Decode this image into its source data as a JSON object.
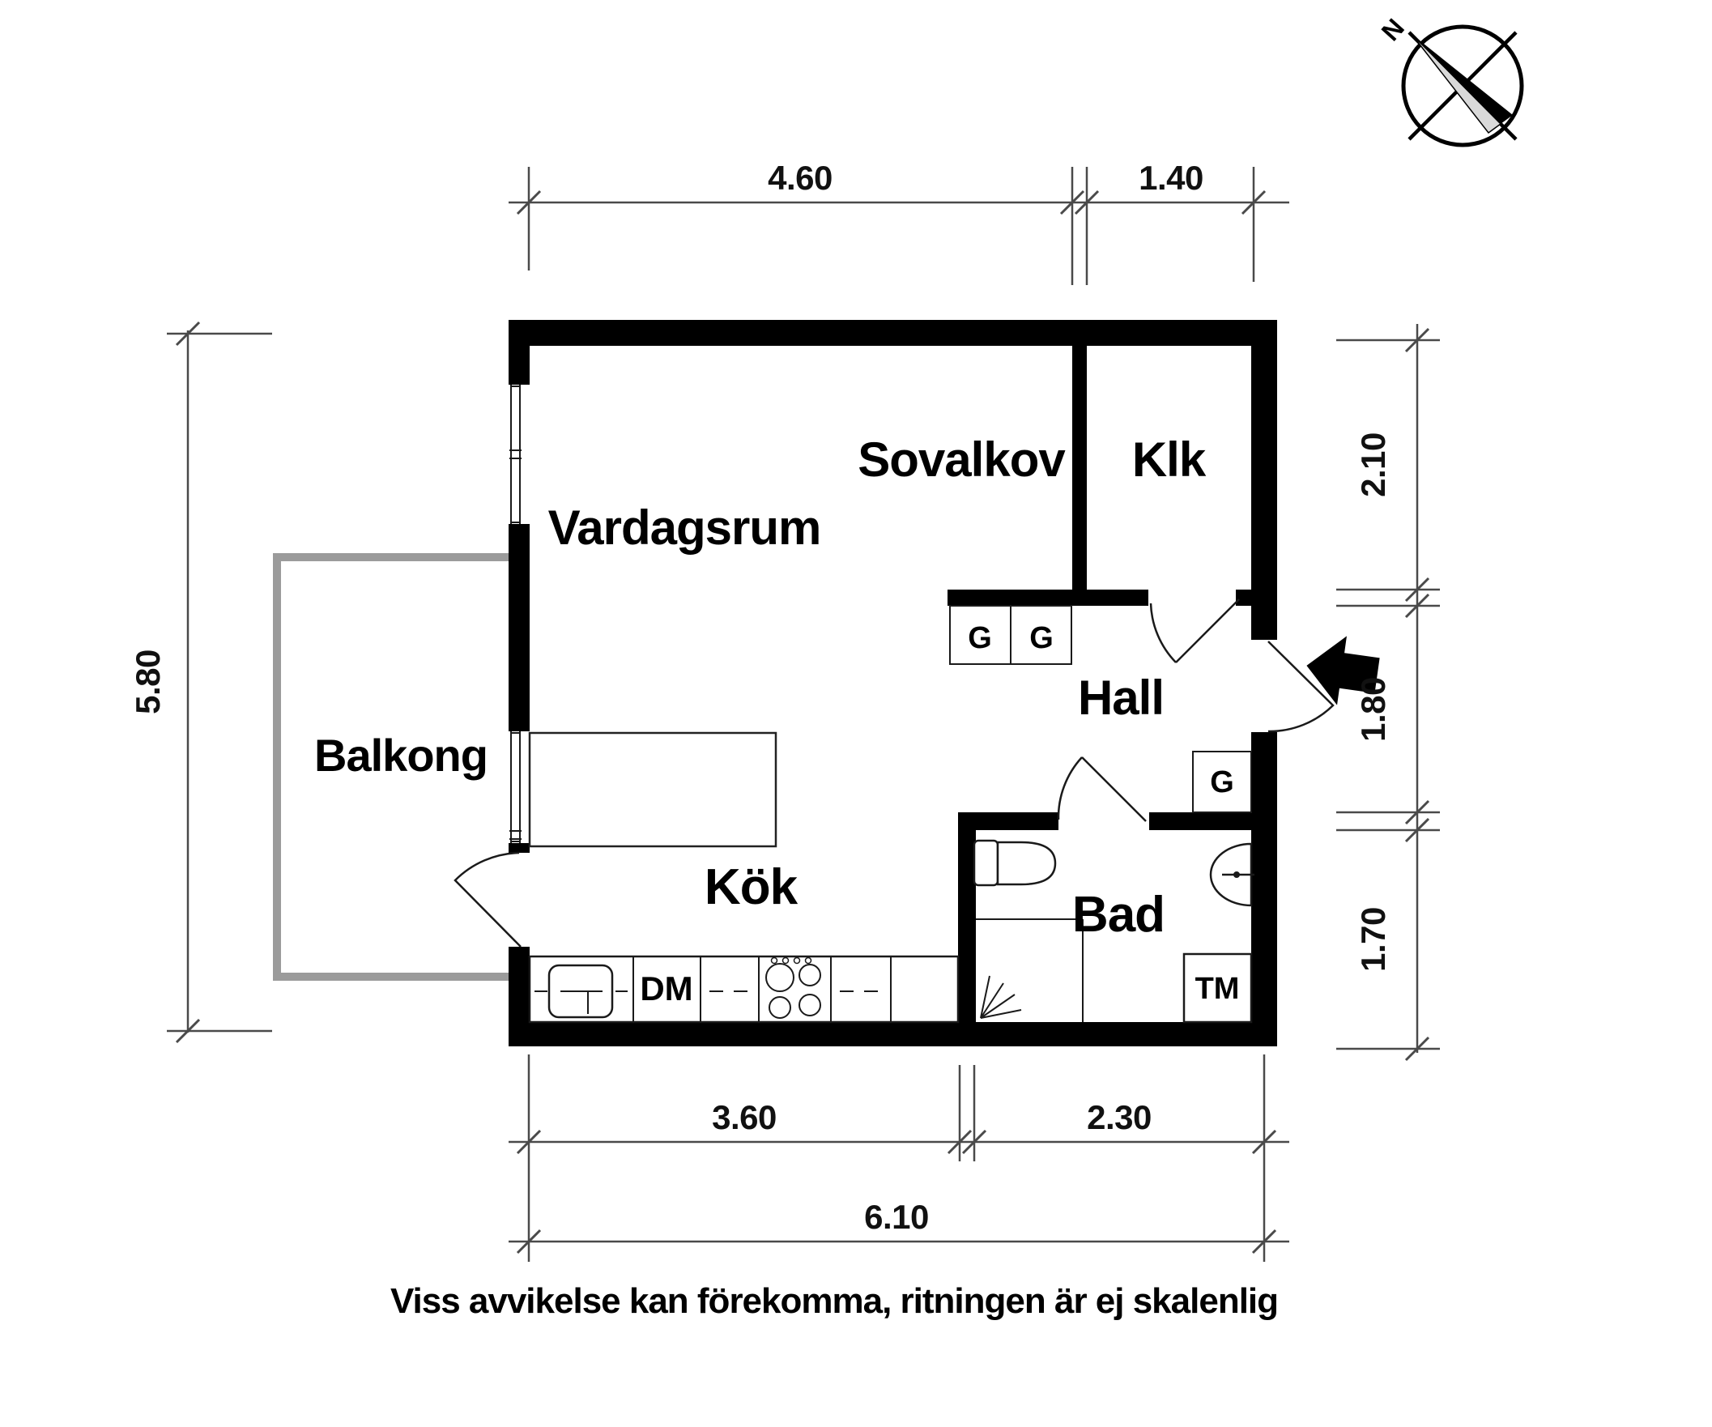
{
  "page": {
    "caption": "Viss avvikelse kan förekomma, ritningen är ej skalenlig"
  },
  "compass": {
    "north_label": "N"
  },
  "rooms": {
    "vardagsrum": {
      "label": "Vardagsrum"
    },
    "sovalkov": {
      "label": "Sovalkov"
    },
    "klk": {
      "label": "Klk"
    },
    "hall": {
      "label": "Hall"
    },
    "kok": {
      "label": "Kök"
    },
    "bad": {
      "label": "Bad"
    },
    "balkong": {
      "label": "Balkong"
    }
  },
  "fixtures": {
    "dishwasher_label": "DM",
    "washing_machine_label": "TM",
    "wardrobe_labels": [
      "G",
      "G",
      "G"
    ]
  },
  "dimensions": {
    "top": [
      "4.60",
      "1.40"
    ],
    "left": [
      "5.80"
    ],
    "right": [
      "2.10",
      "1.80",
      "1.70"
    ],
    "bottom_inner": [
      "3.60",
      "2.30"
    ],
    "bottom_total": "6.10"
  },
  "colors": {
    "wall": "#000000",
    "balcony": "#9b9b9b",
    "dimension": "#4a4a4a",
    "needle_light": "#d9d9d9"
  }
}
